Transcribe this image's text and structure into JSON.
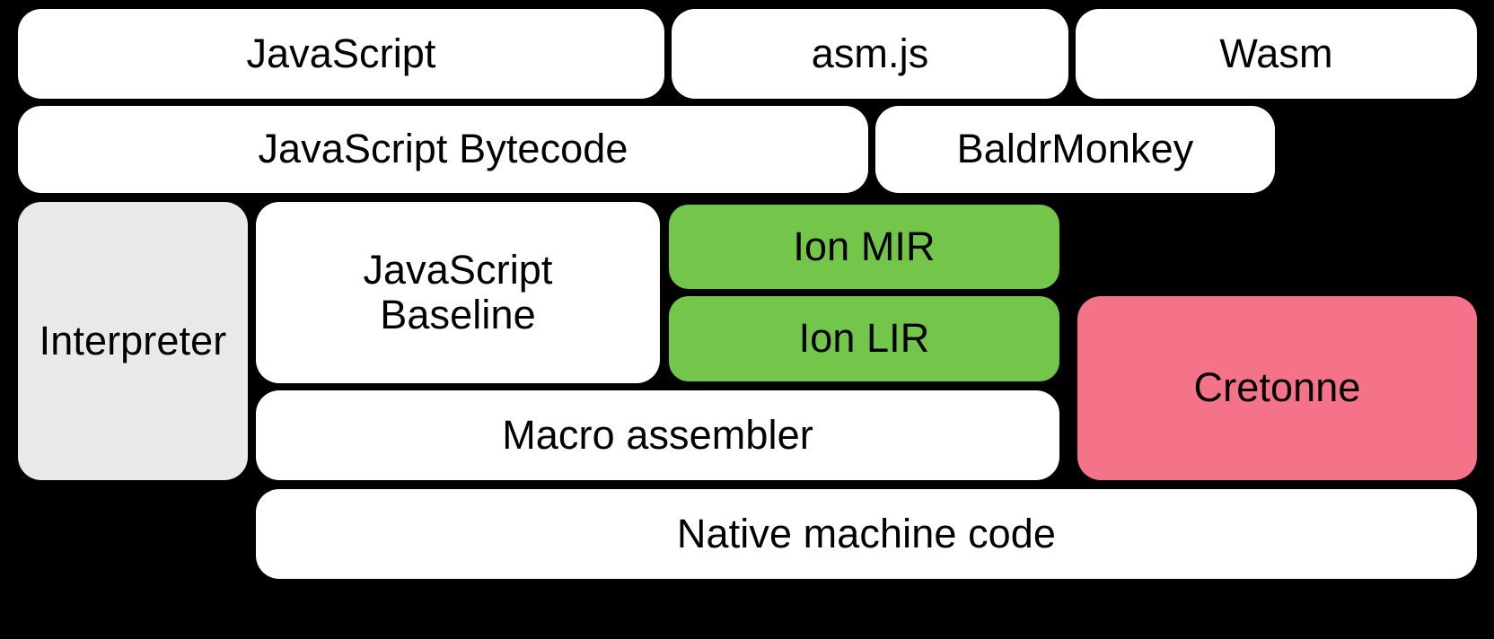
{
  "diagram": {
    "title": "SpiderMonkey compilation pipeline",
    "background_color": "#000000",
    "colors": {
      "white": "#FFFFFF",
      "gray": "#E9E9E9",
      "green": "#74C64A",
      "pink": "#F47389",
      "text": "#000000"
    },
    "rows": [
      {
        "name": "source-languages",
        "nodes": [
          {
            "id": "javascript",
            "label": "JavaScript",
            "fill": "white"
          },
          {
            "id": "asmjs",
            "label": "asm.js",
            "fill": "white"
          },
          {
            "id": "wasm",
            "label": "Wasm",
            "fill": "white"
          }
        ]
      },
      {
        "name": "intermediate-front-ends",
        "nodes": [
          {
            "id": "javascript-bytecode",
            "label": "JavaScript Bytecode",
            "fill": "white"
          },
          {
            "id": "baldrmonkey",
            "label": "BaldrMonkey",
            "fill": "white"
          }
        ]
      },
      {
        "name": "execution-tiers",
        "nodes": [
          {
            "id": "interpreter",
            "label": "Interpreter",
            "fill": "gray"
          },
          {
            "id": "javascript-baseline",
            "label": "JavaScript\nBaseline",
            "fill": "white"
          },
          {
            "id": "ion-mir",
            "label": "Ion MIR",
            "fill": "green"
          },
          {
            "id": "ion-lir",
            "label": "Ion LIR",
            "fill": "green"
          },
          {
            "id": "cretonne",
            "label": "Cretonne",
            "fill": "pink"
          }
        ]
      },
      {
        "name": "backend",
        "nodes": [
          {
            "id": "macro-assembler",
            "label": "Macro assembler",
            "fill": "white"
          }
        ]
      },
      {
        "name": "output",
        "nodes": [
          {
            "id": "native-machine-code",
            "label": "Native machine code",
            "fill": "white"
          }
        ]
      }
    ]
  },
  "boxes": {
    "javascript": "JavaScript",
    "asmjs": "asm.js",
    "wasm": "Wasm",
    "javascript_bytecode": "JavaScript Bytecode",
    "baldrmonkey": "BaldrMonkey",
    "interpreter": "Interpreter",
    "javascript_baseline": "JavaScript\nBaseline",
    "ion_mir": "Ion MIR",
    "ion_lir": "Ion LIR",
    "cretonne": "Cretonne",
    "macro_assembler": "Macro assembler",
    "native_machine_code": "Native machine code"
  }
}
